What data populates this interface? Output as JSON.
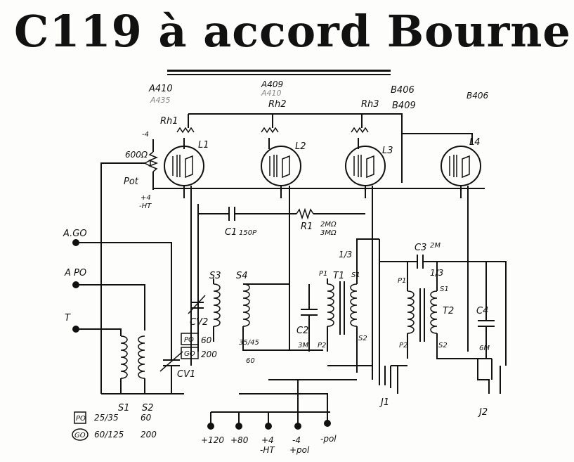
{
  "title": "C119 à accord Bourne",
  "tubes": [
    {
      "name": "L1",
      "type": "A410",
      "alt": "A435"
    },
    {
      "name": "L2",
      "type": "A409",
      "alt": "A410"
    },
    {
      "name": "L3",
      "type": "B406",
      "alt": "B409"
    },
    {
      "name": "L4",
      "type": "B406"
    }
  ],
  "rheostats": [
    "Rh1",
    "Rh2",
    "Rh3"
  ],
  "potentiometer": {
    "name": "Pot",
    "value": "600Ω",
    "top": "-4",
    "bottom1": "+4",
    "bottom2": "-HT"
  },
  "antennas": [
    "A.GO",
    "A PO",
    "T"
  ],
  "capacitors": {
    "c1": "C1",
    "c1_value": "150P",
    "c2": "C2",
    "c2_value": "3M",
    "c3": "C3",
    "c3_value": "2M",
    "c4": "C4",
    "c4_value": "6M",
    "cv1": "CV1",
    "cv2": "CV2"
  },
  "resistor": {
    "name": "R1",
    "value1": "2MΩ",
    "value2": "3MΩ"
  },
  "coils": {
    "s1": "S1",
    "s2": "S2",
    "s3": "S3",
    "s4": "S4",
    "s4_value": "35/45",
    "s4_bottom": "60"
  },
  "bands": {
    "po": "PO",
    "go": "GO",
    "s3_po": "60",
    "s3_go": "200"
  },
  "coil_table": {
    "po_s1": "25/35",
    "po_s2": "60",
    "go_s1": "60/125",
    "go_s2": "200"
  },
  "transformers": [
    {
      "name": "T1",
      "ratio": "1/3",
      "p1": "P1",
      "p2": "P2",
      "s1": "S1",
      "s2": "S2"
    },
    {
      "name": "T2",
      "ratio": "1/3",
      "p1": "P1",
      "p2": "P2",
      "s1": "S1",
      "s2": "S2"
    }
  ],
  "jacks": [
    "J1",
    "J2"
  ],
  "terminals": [
    {
      "label": "+120",
      "sub": ""
    },
    {
      "label": "+80",
      "sub": ""
    },
    {
      "label": "+4",
      "sub": "-HT"
    },
    {
      "label": "-4",
      "sub": "+pol"
    },
    {
      "label": "-pol",
      "sub": ""
    }
  ]
}
